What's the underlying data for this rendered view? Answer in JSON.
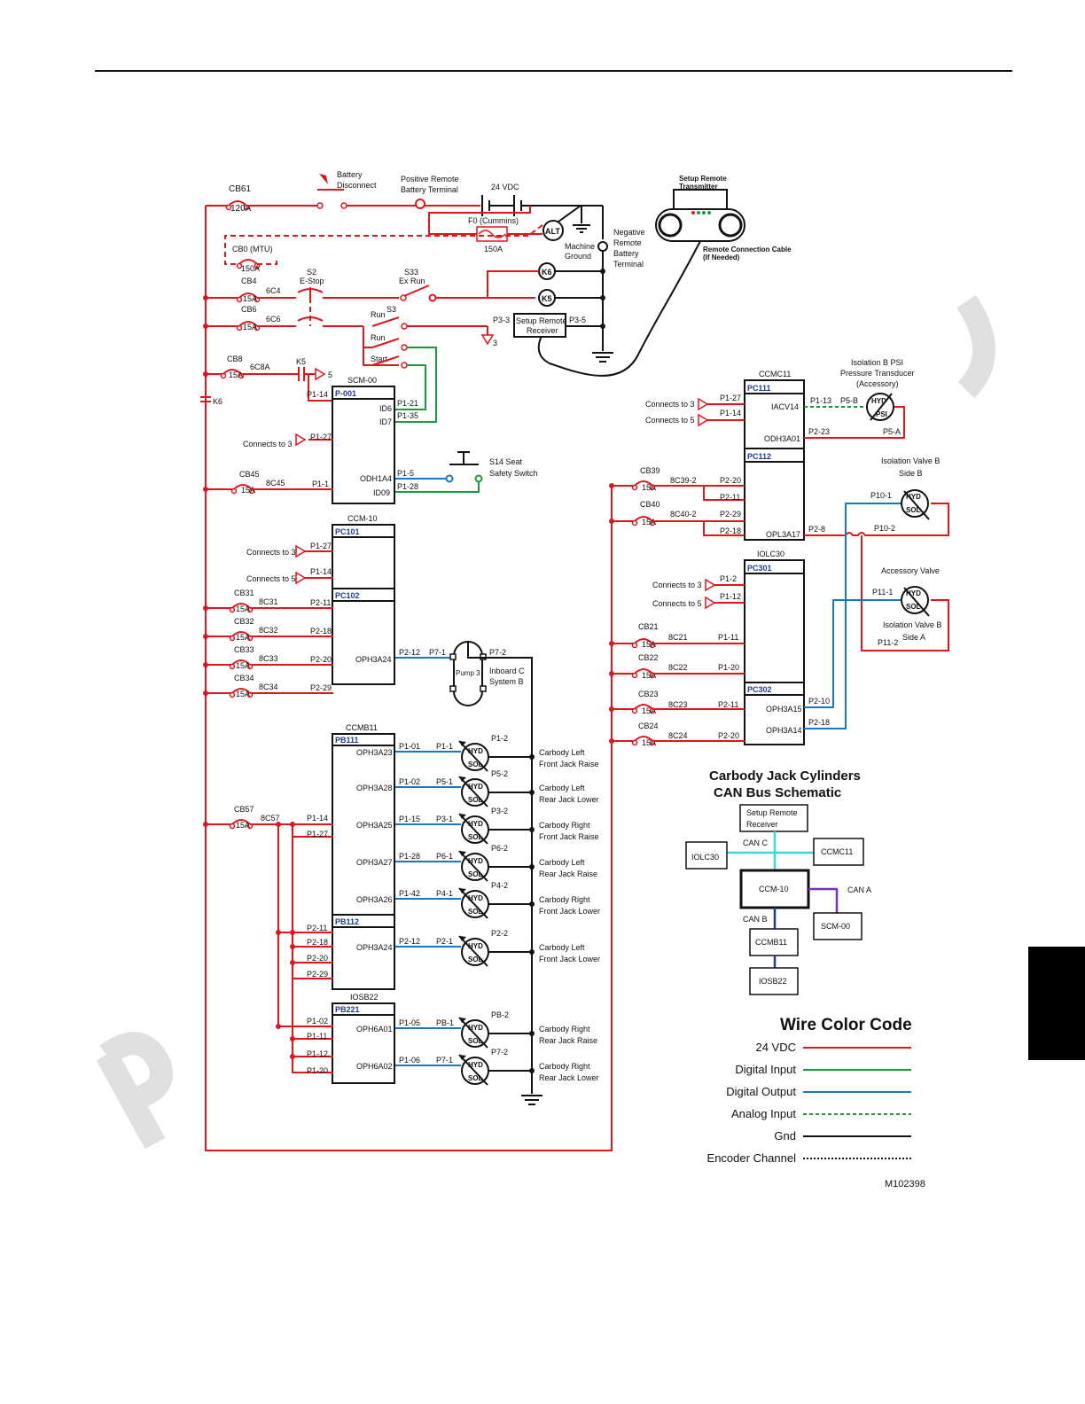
{
  "figure_id": "M102398",
  "title": {
    "line1": "Carbody Jack Cylinders",
    "line2": "CAN Bus Schematic"
  },
  "power": {
    "cb61": "CB61",
    "cb61_rating": "120A",
    "battery_disconnect": [
      "Battery",
      "Disconnect"
    ],
    "positive_remote": [
      "Positive Remote",
      "Battery Terminal"
    ],
    "vdc": "24 VDC",
    "f0": "F0 (Cummins)",
    "f0_rating": "150A",
    "alt": "ALT",
    "cb0": "CB0 (MTU)",
    "cb0_rating": "150A",
    "machine_ground": [
      "Machine",
      "Ground"
    ],
    "negative_remote": [
      "Negative",
      "Remote",
      "Battery",
      "Terminal"
    ],
    "setup_tx": [
      "Setup Remote",
      "Transmitter"
    ],
    "remote_cable": [
      "Remote Connection Cable",
      "(If Needed)"
    ]
  },
  "control": {
    "cb4": "CB4",
    "cb6": "CB6",
    "cb8": "CB8",
    "cb45": "CB45",
    "r15": "15A",
    "w6c4": "6C4",
    "w6c6": "6C6",
    "w6c8a": "6C8A",
    "w8c45": "8C45",
    "s2": "S2",
    "estop": "E-Stop",
    "s33": "S33",
    "exrun": "Ex Run",
    "s3": "S3",
    "run": "Run",
    "start": "Start",
    "k5": "K5",
    "k6": "K6",
    "k6coil": "K6",
    "k5coil": "K5",
    "num3": "3",
    "num5": "5",
    "rx": [
      "Setup Remote",
      "Receiver"
    ],
    "p33": "P3-3",
    "p35": "P3-5",
    "scm": "SCM-00",
    "p001": "P-001",
    "p114": "P1-14",
    "p121": "P1-21",
    "p135": "P1-35",
    "p127": "P1-27",
    "p11": "P1-1",
    "p15": "P1-5",
    "p128": "P1-28",
    "id6": "ID6",
    "id7": "ID7",
    "odh1a4": "ODH1A4",
    "id09": "ID09",
    "conn3": "Connects to 3",
    "conn5": "Connects to 5",
    "s14": [
      "S14 Seat",
      "Safety Switch"
    ]
  },
  "ccm": {
    "name": "CCM-10",
    "pc101": "PC101",
    "pc102": "PC102",
    "p127": "P1-27",
    "p114": "P1-14",
    "cb31": "CB31",
    "cb32": "CB32",
    "cb33": "CB33",
    "cb34": "CB34",
    "w31": "8C31",
    "w32": "8C32",
    "w33": "8C33",
    "w34": "8C34",
    "p211": "P2-11",
    "p218": "P2-18",
    "p220": "P2-20",
    "p229": "P2-29",
    "oph3a24": "OPH3A24",
    "p212": "P2-12",
    "p71": "P7-1",
    "p72": "P7-2",
    "pump": "Pump 3",
    "inboard": [
      "Inboard C",
      "System B"
    ]
  },
  "ccmb": {
    "name": "CCMB11",
    "pb111": "PB111",
    "pb112": "PB112",
    "cb57": "CB57",
    "w57": "8C57",
    "p114": "P1-14",
    "p127": "P1-27",
    "rows": [
      {
        "out": "OPH3A23",
        "pin": "P1-01",
        "sol": "P1-1",
        "ret": "P1-2",
        "desc": [
          "Carbody Left",
          "Front Jack Raise"
        ]
      },
      {
        "out": "OPH3A28",
        "pin": "P1-02",
        "sol": "P5-1",
        "ret": "P5-2",
        "desc": [
          "Carbody Left",
          "Rear Jack Lower"
        ]
      },
      {
        "out": "OPH3A25",
        "pin": "P1-15",
        "sol": "P3-1",
        "ret": "P3-2",
        "desc": [
          "Carbody Right",
          "Front Jack Raise"
        ]
      },
      {
        "out": "OPH3A27",
        "pin": "P1-28",
        "sol": "P6-1",
        "ret": "P6-2",
        "desc": [
          "Carbody Left",
          "Rear Jack Raise"
        ]
      },
      {
        "out": "OPH3A26",
        "pin": "P1-42",
        "sol": "P4-1",
        "ret": "P4-2",
        "desc": [
          "Carbody Right",
          "Front Jack Lower"
        ]
      },
      {
        "out": "OPH3A24",
        "pin": "P2-12",
        "sol": "P2-1",
        "ret": "P2-2",
        "desc": [
          "Carbody Left",
          "Front Jack Lower"
        ]
      }
    ],
    "p211": "P2-11",
    "p218": "P2-18",
    "p220": "P2-20",
    "p229": "P2-29"
  },
  "iosb": {
    "name": "IOSB22",
    "pb221": "PB221",
    "p102": "P1-02",
    "p111": "P1-11",
    "p112": "P1-12",
    "p120": "P1-20",
    "rows": [
      {
        "out": "OPH6A01",
        "pin": "P1-05",
        "sol": "PB-1",
        "ret": "PB-2",
        "desc": [
          "Carbody Right",
          "Rear Jack Raise"
        ]
      },
      {
        "out": "OPH6A02",
        "pin": "P1-06",
        "sol": "P7-1",
        "ret": "P7-2",
        "desc": [
          "Carbody Right",
          "Rear Jack Lower"
        ]
      }
    ]
  },
  "ccmc": {
    "name": "CCMC11",
    "pc111": "PC111",
    "pc112": "PC112",
    "p127": "P1-27",
    "p114": "P1-14",
    "iacv14": "IACV14",
    "odh3a01": "ODH3A01",
    "p113": "P1-13",
    "p5b": "P5-B",
    "p223": "P2-23",
    "p5a": "P5-A",
    "iso_b_psi": [
      "Isolation B PSI",
      "Pressure Transducer",
      "(Accessory)"
    ],
    "cb39": "CB39",
    "cb40": "CB40",
    "w39": "8C39-2",
    "w40": "8C40-2",
    "p220": "P2-20",
    "p211": "P2-11",
    "p229": "P2-29",
    "p218": "P2-18",
    "opl3a17": "OPL3A17",
    "p28": "P2-8",
    "iso_valve_b": [
      "Isolation Valve B",
      "Side B"
    ],
    "p101": "P10-1",
    "p102": "P10-2",
    "acc_valve": "Accessory Valve",
    "p111": "P11-1",
    "p112": "P11-2",
    "iso_valve_a": [
      "Isolation Valve B",
      "Side A"
    ]
  },
  "iolc": {
    "name": "IOLC30",
    "pc301": "PC301",
    "pc302": "PC302",
    "p12": "P1-2",
    "p112": "P1-12",
    "cb21": "CB21",
    "cb22": "CB22",
    "cb23": "CB23",
    "cb24": "CB24",
    "w21": "8C21",
    "w22": "8C22",
    "w23": "8C23",
    "w24": "8C24",
    "p111": "P1-11",
    "p120": "P1-20",
    "p211": "P2-11",
    "p220": "P2-20",
    "oph3a15": "OPH3A15",
    "oph3a14": "OPH3A14",
    "p210": "P2-10",
    "p218": "P2-18"
  },
  "can": {
    "rx": [
      "Setup Remote",
      "Receiver"
    ],
    "canc": "CAN C",
    "cana": "CAN A",
    "canb": "CAN B",
    "iolc30": "IOLC30",
    "ccmc11": "CCMC11",
    "ccm10": "CCM-10",
    "scm00": "SCM-00",
    "ccmb11": "CCMB11",
    "iosb22": "IOSB22"
  },
  "legend": {
    "title": "Wire Color Code",
    "items": [
      {
        "label": "24 VDC",
        "color": "#e0161c",
        "style": "solid"
      },
      {
        "label": "Digital Input",
        "color": "#1a9a3a",
        "style": "solid"
      },
      {
        "label": "Digital Output",
        "color": "#1976c9",
        "style": "solid"
      },
      {
        "label": "Analog Input",
        "color": "#1a9a3a",
        "style": "dashed"
      },
      {
        "label": "Gnd",
        "color": "#111111",
        "style": "solid"
      },
      {
        "label": "Encoder Channel",
        "color": "#111111",
        "style": "dotted"
      }
    ]
  },
  "hyd": "HYD",
  "sol": "SOL",
  "psi": "PSI"
}
